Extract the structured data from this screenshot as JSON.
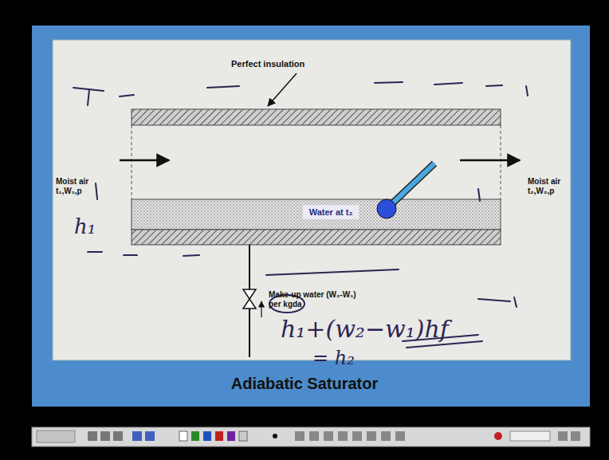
{
  "diagram": {
    "title": "Adiabatic Saturator",
    "nodes": [
      {
        "text": [
          "Water at t₂"
        ]
      }
    ],
    "labels": [
      "Perfect insulation",
      "Moist air t₁,W₁,p",
      "Moist air t₂,W₂,p",
      "Make-up water (W₂-W₁) per kgda",
      "h₁",
      "h₁+(w₂−w₁)hf",
      "= h₂"
    ]
  }
}
